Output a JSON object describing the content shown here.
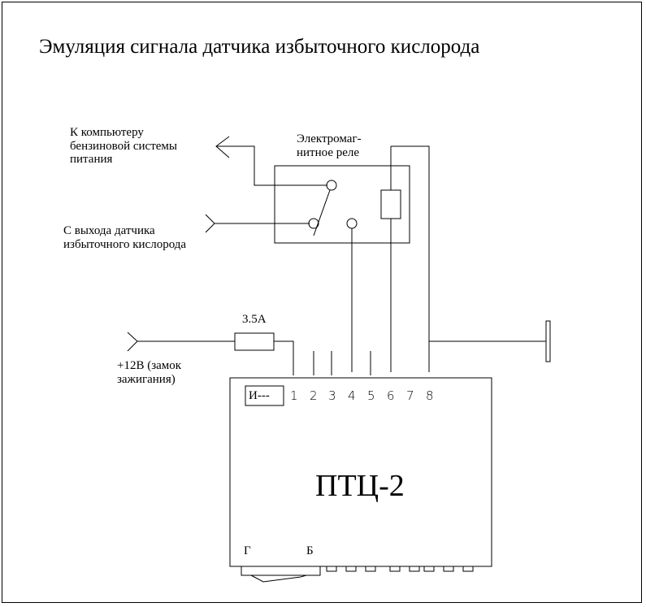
{
  "title": "Эмуляция сигнала датчика избыточного кислорода",
  "labels": {
    "to_computer": [
      "К компьютеру",
      "бензиновой системы",
      "питания"
    ],
    "from_sensor": [
      "С выхода датчика",
      "избыточного кислорода"
    ],
    "relay": [
      "Электромаг-",
      "нитное реле"
    ],
    "fuse": "3.5А",
    "power": [
      "+12В (замок",
      "зажигания)"
    ],
    "device_name": "ПТЦ-2",
    "indicator": "И---",
    "pins": [
      "1",
      "2",
      "3",
      "4",
      "5",
      "6",
      "7",
      "8"
    ],
    "bottom_left": "Г",
    "bottom_right": "Б"
  }
}
